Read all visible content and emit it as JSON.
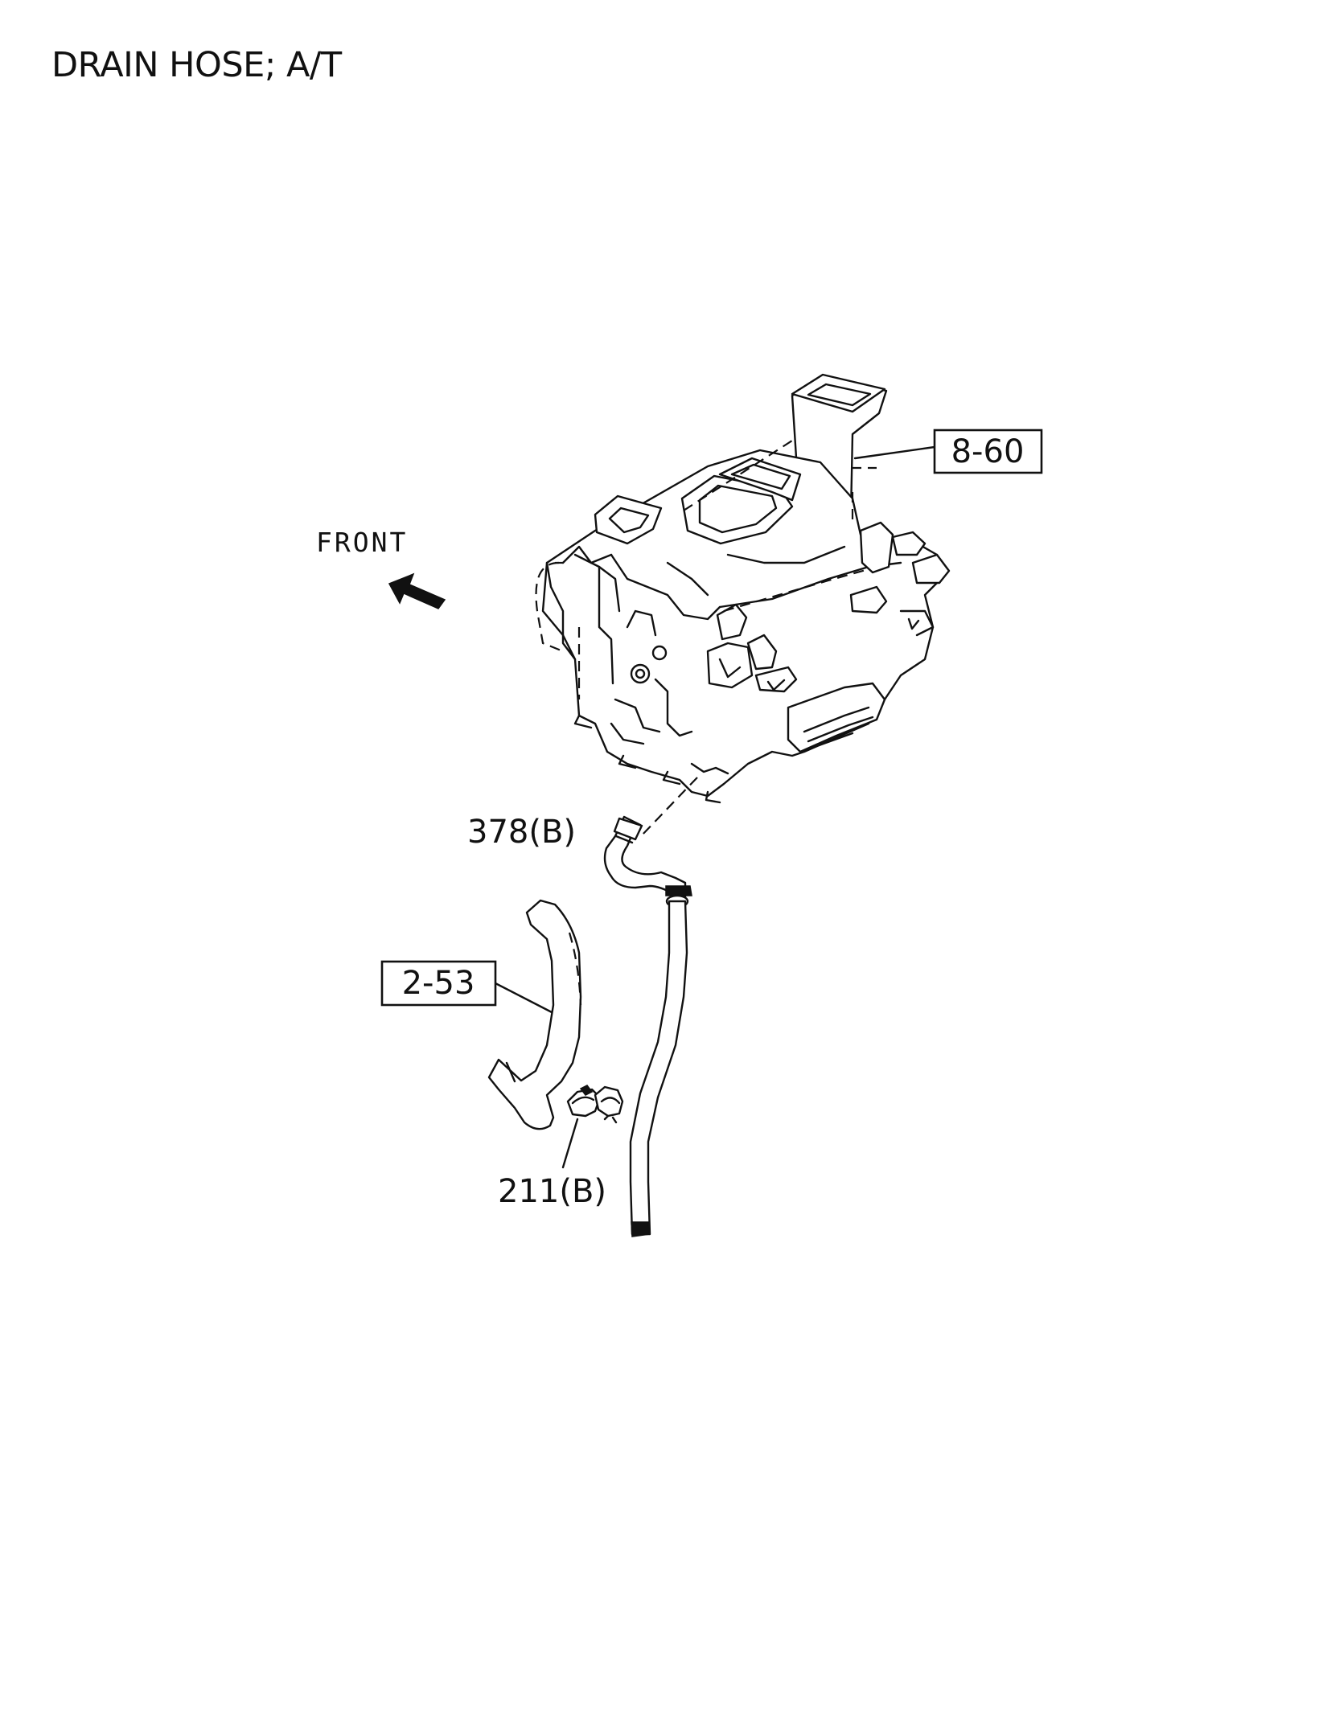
{
  "title": "DRAIN HOSE; A/T",
  "front_indicator": {
    "label": "FRONT",
    "icon": "arrow-up-left-icon"
  },
  "callouts": {
    "heater_unit_ref": "8-60",
    "drain_hose_part": "378(B)",
    "front_hose_ref": "2-53",
    "clip_part": "211(B)"
  }
}
